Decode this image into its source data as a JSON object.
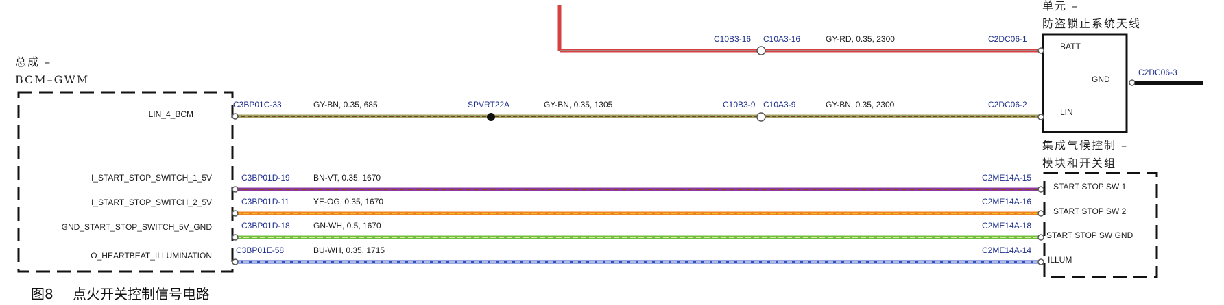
{
  "modules": {
    "bcm": {
      "title_line1": "总成 –",
      "title_line2": "BCM–GWM"
    },
    "antenna": {
      "title_line1": "单元 –",
      "title_line2": "防盗锁止系统天线"
    },
    "climate": {
      "title_line1": "集成气候控制 –",
      "title_line2": "模块和开关组"
    }
  },
  "bcm_pins": [
    "LIN_4_BCM",
    "I_START_STOP_SWITCH_1_5V",
    "I_START_STOP_SWITCH_2_5V",
    "GND_START_STOP_SWITCH_5V_GND",
    "O_HEARTBEAT_ILLUMINATION"
  ],
  "antenna_pins": {
    "batt": "BATT",
    "gnd": "GND",
    "lin": "LIN"
  },
  "climate_pins": [
    "START STOP SW 1",
    "START STOP SW 2",
    "START STOP SW GND",
    "ILLUM"
  ],
  "top_wire": {
    "connector_a": "C10B3-16",
    "connector_b": "C10A3-16",
    "spec": "GY-RD, 0.35, 2300",
    "end_connector": "C2DC06-1",
    "color": "#d64040"
  },
  "lin_wire": {
    "start_connector": "C3BP01C-33",
    "spec1": "GY-BN, 0.35, 685",
    "splice": "SPVRT22A",
    "spec2": "GY-BN, 0.35, 1305",
    "connector_a": "C10B3-9",
    "connector_b": "C10A3-9",
    "spec3": "GY-BN, 0.35, 2300",
    "end_connector": "C2DC06-2"
  },
  "gnd_connector": "C2DC06-3",
  "signal_wires": [
    {
      "start_connector": "C3BP01D-19",
      "spec": "BN-VT, 0.35, 1670",
      "end_connector": "C2ME14A-15",
      "colors": [
        "#8a4a2a",
        "#8a3aa0"
      ]
    },
    {
      "start_connector": "C3BP01D-11",
      "spec": "YE-OG, 0.35, 1670",
      "end_connector": "C2ME14A-16",
      "colors": [
        "#e8c020",
        "#f08020"
      ]
    },
    {
      "start_connector": "C3BP01D-18",
      "spec": "GN-WH, 0.5, 1670",
      "end_connector": "C2ME14A-18",
      "colors": [
        "#70c040",
        "#dde8a0"
      ]
    },
    {
      "start_connector": "C3BP01E-58",
      "spec": "BU-WH, 0.35, 1715",
      "end_connector": "C2ME14A-14",
      "colors": [
        "#3050c0",
        "#b0b8e8"
      ]
    }
  ],
  "caption": {
    "fig": "图8",
    "title": "点火开关控制信号电路"
  }
}
